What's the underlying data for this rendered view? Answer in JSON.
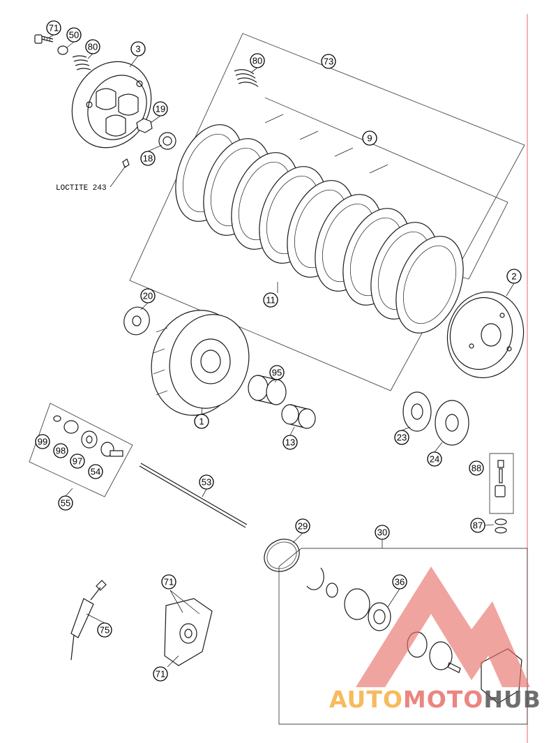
{
  "callouts": {
    "c71a": "71",
    "c50": "50",
    "c80a": "80",
    "c3": "3",
    "c19": "19",
    "c18": "18",
    "c80b": "80",
    "c73": "73",
    "c9": "9",
    "c11": "11",
    "c2": "2",
    "c20": "20",
    "c1": "1",
    "c95": "95",
    "c13": "13",
    "c23": "23",
    "c24": "24",
    "c88": "88",
    "c99": "99",
    "c98": "98",
    "c97": "97",
    "c54": "54",
    "c55": "55",
    "c53": "53",
    "c29": "29",
    "c30": "30",
    "c87": "87",
    "c36": "36",
    "c71b": "71",
    "c75": "75",
    "c71c": "71"
  },
  "notes": {
    "loctite": "LOCTITE 243"
  },
  "watermark": {
    "text_part1": "AUTO",
    "text_part2": "MOTO",
    "text_part3": "HUB",
    "color_orange": "#f5b041",
    "color_red": "#e8706a",
    "color_dark": "#555555"
  },
  "colors": {
    "margin_line": "#f08080"
  }
}
